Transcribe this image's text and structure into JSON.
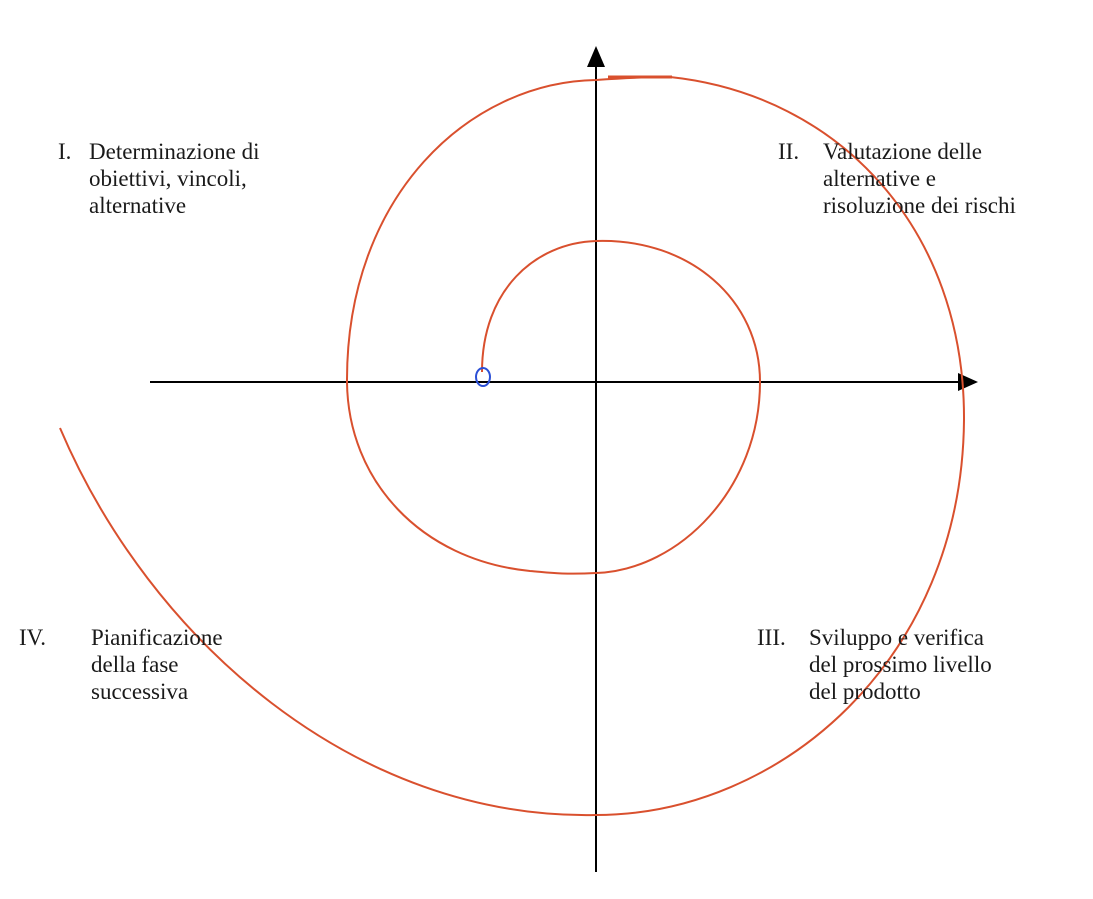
{
  "colors": {
    "axis": "#000000",
    "spiral": "#d9502e",
    "start_marker": "#2b4fd6",
    "text": "#1a1a1a"
  },
  "quadrants": [
    {
      "id": "I",
      "number": "I.",
      "lines": [
        "Determinazione di",
        "obiettivi, vincoli,",
        "alternative"
      ]
    },
    {
      "id": "II",
      "number": "II.",
      "lines": [
        "Valutazione delle",
        "alternative e",
        "risoluzione dei rischi"
      ]
    },
    {
      "id": "III",
      "number": "III.",
      "lines": [
        "Sviluppo e verifica",
        "del prossimo livello",
        "del prodotto"
      ]
    },
    {
      "id": "IV",
      "number": "IV.",
      "lines": [
        "Pianificazione",
        "della fase",
        "successiva"
      ]
    }
  ]
}
